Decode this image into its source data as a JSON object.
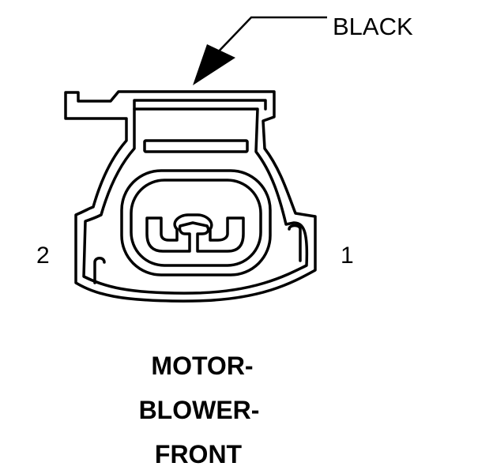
{
  "callout": {
    "color_label": "BLACK"
  },
  "pins": {
    "left": "2",
    "right": "1"
  },
  "title": {
    "line1": "MOTOR-",
    "line2": "BLOWER-",
    "line3": "FRONT"
  },
  "colors": {
    "ink": "#000000",
    "background": "#ffffff"
  }
}
